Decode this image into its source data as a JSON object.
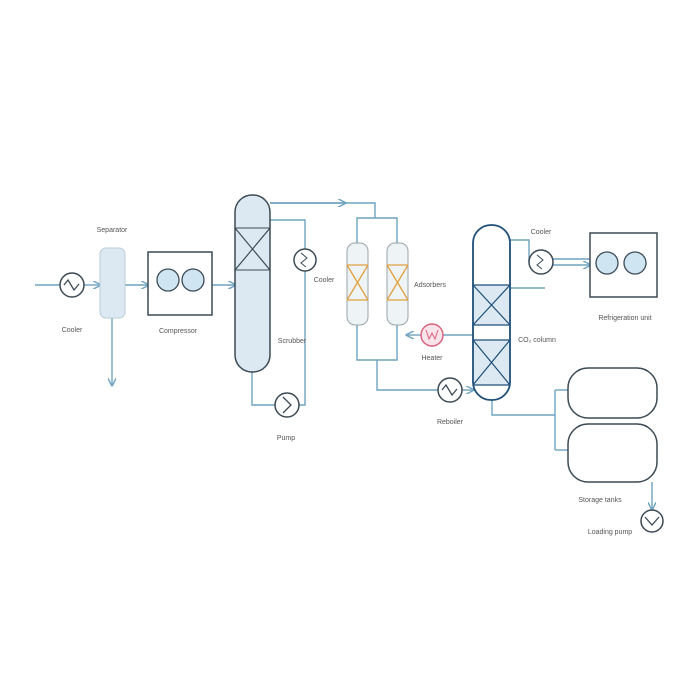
{
  "title": "CO2 recovery process flow diagram",
  "labels": {
    "cooler_inlet": "Cooler",
    "separator": "Separator",
    "compressor": "Compressor",
    "scrubber": "Scrubber",
    "cooler_scrubber": "Cooler",
    "pump": "Pump",
    "adsorbers": "Adsorbers",
    "heater": "Heater",
    "reboiler": "Reboiler",
    "co2_column": "CO₂ column",
    "cooler_top": "Cooler",
    "refrigeration": "Refrigeration unit",
    "storage": "Storage tanks",
    "loading_pump": "Loading pump"
  },
  "colors": {
    "line": "#6fa3bf",
    "equipment": "#3c4a55",
    "vessel_fill": "#dce9f2",
    "adsorber_packing": "#e0a040",
    "heater": "#d9607a",
    "co2_column": "#1f4f78"
  }
}
